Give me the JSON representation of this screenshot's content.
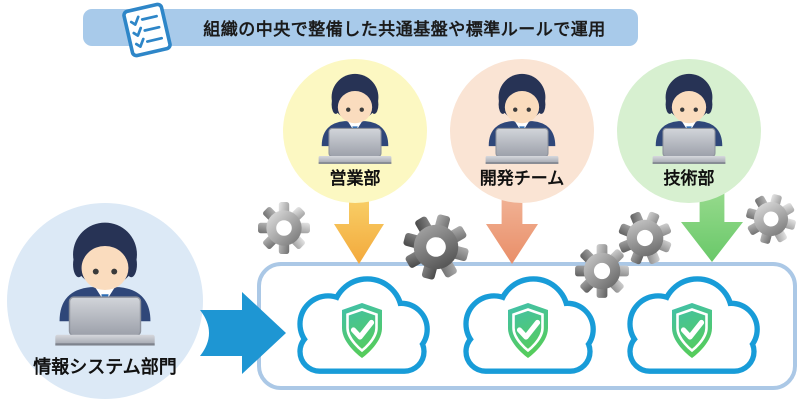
{
  "banner": {
    "text": "組織の中央で整備した共通基盤や標準ルールで運用",
    "bg_color": "#A8CAEA",
    "icon": "checklist-icon"
  },
  "departments": [
    {
      "label": "営業部",
      "circle_color": "#FCF8C2",
      "arrow_color_top": "#F9D66F",
      "arrow_color_bottom": "#F3A93C"
    },
    {
      "label": "開発チーム",
      "circle_color": "#FAE4D4",
      "arrow_color_top": "#F2B89C",
      "arrow_color_bottom": "#E98E68"
    },
    {
      "label": "技術部",
      "circle_color": "#D7F0D0",
      "arrow_color_top": "#9BDC90",
      "arrow_color_bottom": "#69C869"
    }
  ],
  "central_department": {
    "label": "情報システム部門",
    "circle_color": "#DCE9F6",
    "flow_arrow_color": "#1E96D3"
  },
  "platform": {
    "border_color": "#ABC8E6",
    "cloud_color": "#189CD8",
    "cloud_count": 3,
    "shield_gradient_top": "#41C0AC",
    "shield_gradient_bottom": "#55CC5C",
    "icons": [
      "cloud-icon",
      "shield-check-icon"
    ]
  },
  "decorations": {
    "gear_icon_count": 5,
    "gear_color_light": "#E6E6E6",
    "gear_color_dark": "#474747",
    "person_icon": "office-worker-at-laptop-icon"
  }
}
